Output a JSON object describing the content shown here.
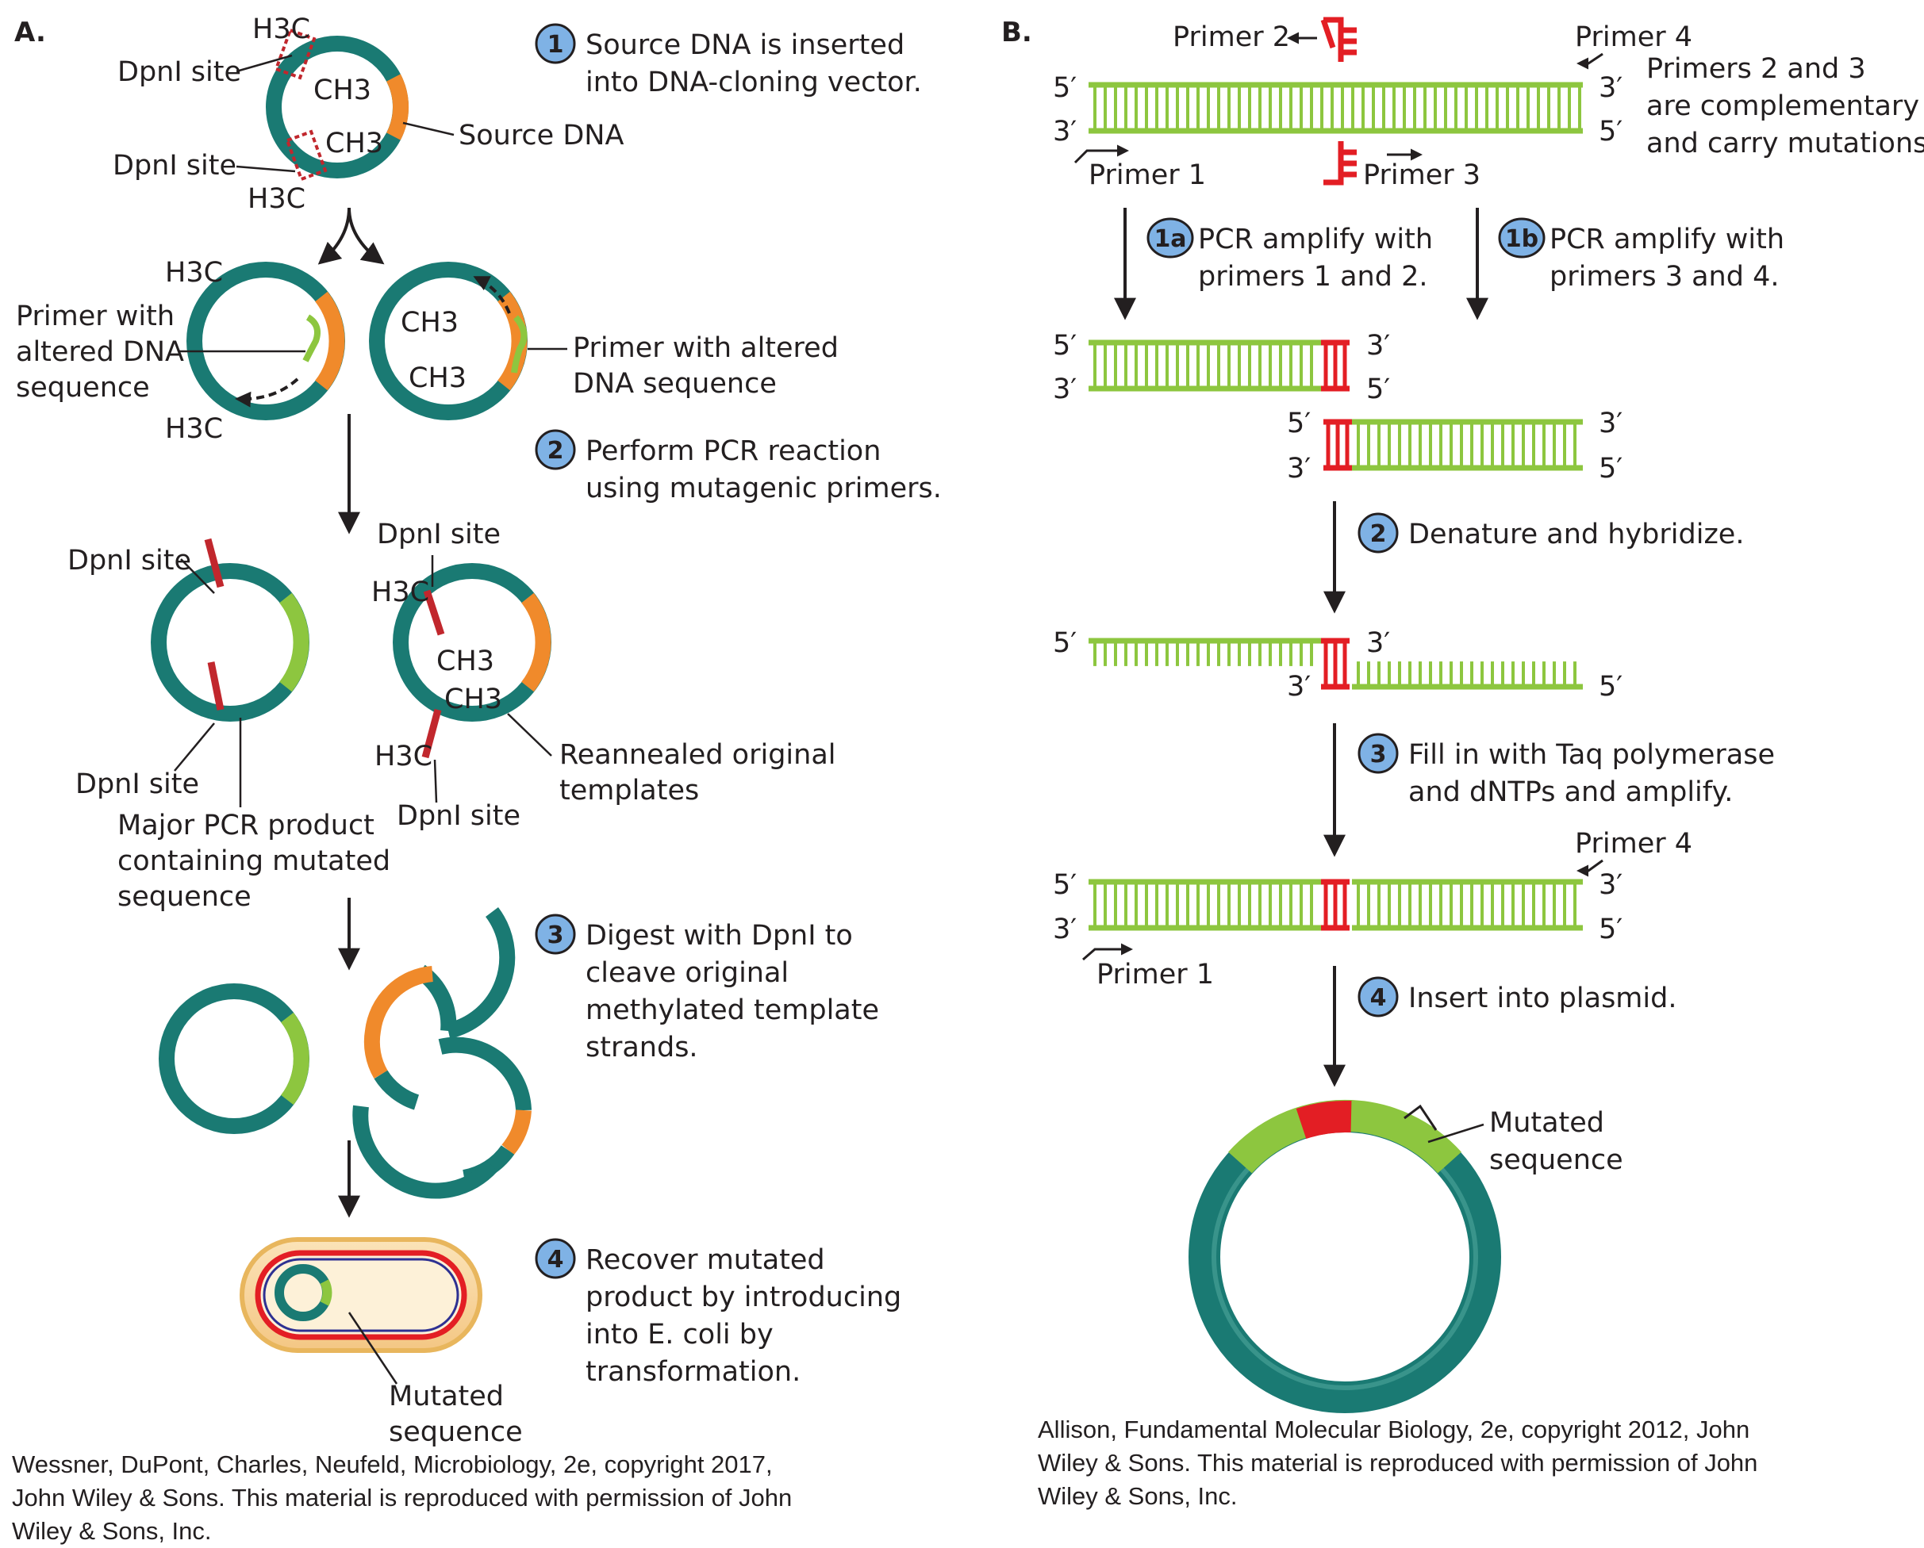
{
  "colors": {
    "teal": "#1a7a73",
    "orange": "#f08a2b",
    "light_green": "#8dc63f",
    "red": "#e31e24",
    "dark_red": "#c1272d",
    "badge": "#7fb2e5",
    "text": "#231f20"
  },
  "panel_a": {
    "label": "A.",
    "h3c": "H3C",
    "ch3": "CH3",
    "dpni_site": "DpnI site",
    "source_dna": "Source DNA",
    "primer_altered_left": [
      "Primer with",
      "altered DNA",
      "sequence"
    ],
    "primer_altered_right": [
      "Primer with altered",
      "DNA sequence"
    ],
    "major_pcr": [
      "Major PCR product",
      "containing mutated",
      "sequence"
    ],
    "reannealed": [
      "Reannealed original",
      "templates"
    ],
    "mutated_sequence": [
      "Mutated",
      "sequence"
    ],
    "steps": [
      {
        "num": "1",
        "lines": [
          "Source DNA is inserted",
          "into DNA-cloning vector."
        ]
      },
      {
        "num": "2",
        "lines": [
          "Perform PCR reaction",
          "using mutagenic primers."
        ]
      },
      {
        "num": "3",
        "lines": [
          "Digest with DpnI to",
          "cleave original",
          "methylated template",
          "strands."
        ]
      },
      {
        "num": "4",
        "lines": [
          "Recover mutated",
          "product by introducing",
          "into E. coli by",
          "transformation."
        ]
      }
    ],
    "credit": [
      "Wessner, DuPont, Charles, Neufeld, Microbiology, 2e, copyright 2017,",
      "John Wiley & Sons. This material is reproduced with permission of John",
      "Wiley & Sons, Inc."
    ]
  },
  "panel_b": {
    "label": "B.",
    "five_prime": "5′",
    "three_prime": "3′",
    "primer_1": "Primer 1",
    "primer_2": "Primer 2",
    "primer_3": "Primer 3",
    "primer_4": "Primer 4",
    "note": [
      "Primers 2 and 3",
      "are complementary",
      "and carry mutations."
    ],
    "mutated_sequence": [
      "Mutated",
      "sequence"
    ],
    "steps": [
      {
        "num": "1a",
        "lines": [
          "PCR amplify with",
          "primers 1 and 2."
        ]
      },
      {
        "num": "1b",
        "lines": [
          "PCR amplify with",
          "primers 3 and 4."
        ]
      },
      {
        "num": "2",
        "lines": [
          "Denature and hybridize."
        ]
      },
      {
        "num": "3",
        "lines": [
          "Fill in with Taq polymerase",
          "and dNTPs and amplify."
        ]
      },
      {
        "num": "4",
        "lines": [
          "Insert into plasmid."
        ]
      }
    ],
    "credit": [
      "Allison, Fundamental Molecular Biology, 2e, copyright 2012, John",
      "Wiley & Sons. This material is reproduced with permission of John",
      "Wiley & Sons, Inc."
    ]
  }
}
